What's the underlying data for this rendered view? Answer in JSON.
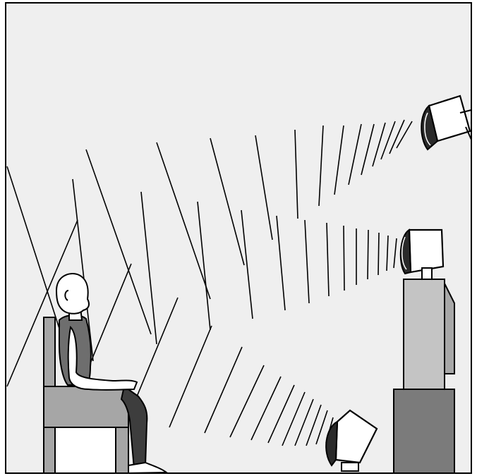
{
  "figure": {
    "background_color": "#efefef",
    "frame_color": "#000000",
    "colors": {
      "monitor_body": "#ffffff",
      "chair": "#a6a6a6",
      "person_shirt": "#6e6e6e",
      "person_legs": "#3d3d3d",
      "pedestal_upper": "#c4c4c4",
      "pedestal_lower": "#7b7b7b"
    },
    "elements": [
      "seated-person",
      "chair",
      "monitor-top-right",
      "monitor-middle-right",
      "monitor-bottom",
      "pedestal",
      "radiation-waves"
    ]
  }
}
